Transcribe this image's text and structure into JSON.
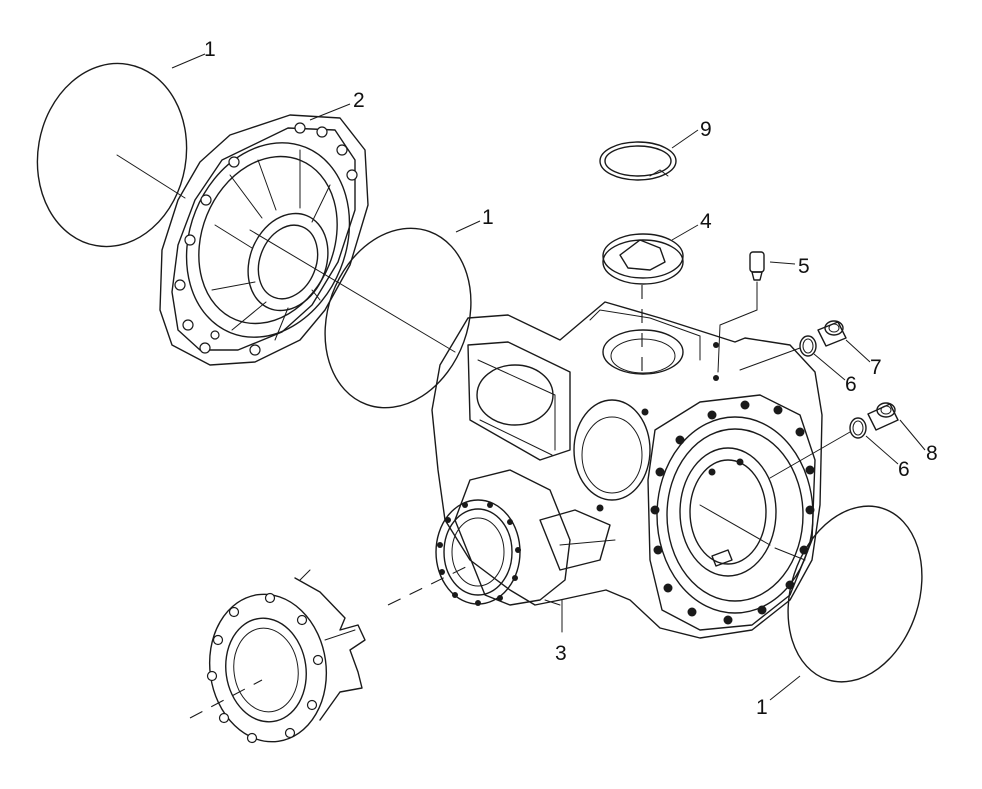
{
  "callouts": {
    "c1a": "1",
    "c2": "2",
    "c1b": "1",
    "c9": "9",
    "c4": "4",
    "c5": "5",
    "c7": "7",
    "c6a": "6",
    "c6b": "6",
    "c8": "8",
    "c3": "3",
    "c1c": "1"
  }
}
